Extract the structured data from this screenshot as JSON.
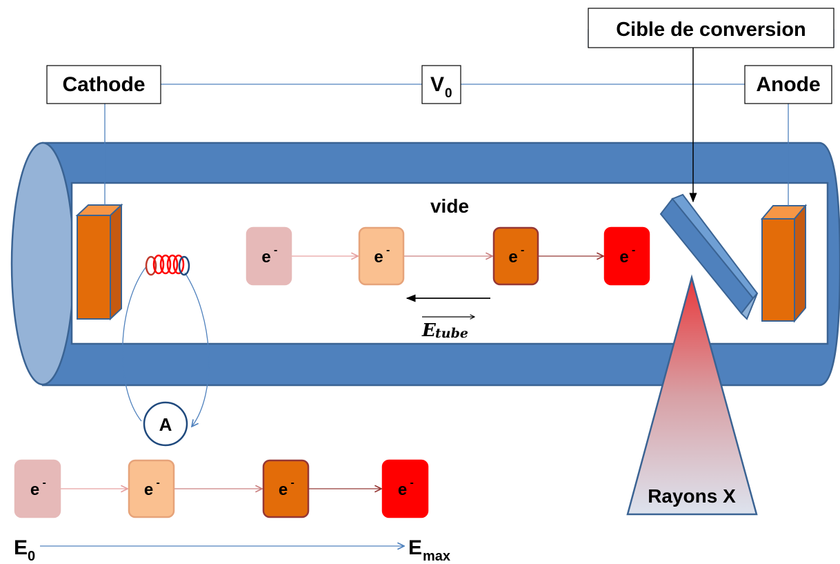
{
  "labels": {
    "cathode": "Cathode",
    "anode": "Anode",
    "voltage_main": "V",
    "voltage_sub": "0",
    "target": "Cible de conversion",
    "vacuum": "vide",
    "field_main": "E",
    "field_sub": "tube",
    "ammeter": "A",
    "xrays": "Rayons X",
    "energy_start_main": "E",
    "energy_start_sub": "0",
    "energy_end_main": "E",
    "energy_end_sub": "max"
  },
  "electron": {
    "main": "e",
    "sup": "-"
  },
  "colors": {
    "tube": "#4f81bd",
    "tube_dark": "#3a6393",
    "tube_end": "#8fb2d8",
    "electrode": "#e36c09",
    "electron_stages": [
      "#e6b9b8",
      "#fac090",
      "#e36c09",
      "#ff0000"
    ],
    "electron_borders": [
      "#e6b9b8",
      "#e6a37a",
      "#953735",
      "#ff0000"
    ],
    "filament": "#ff0000",
    "xray_top": "#e8383b",
    "xray_bottom": "#dde3ee"
  }
}
